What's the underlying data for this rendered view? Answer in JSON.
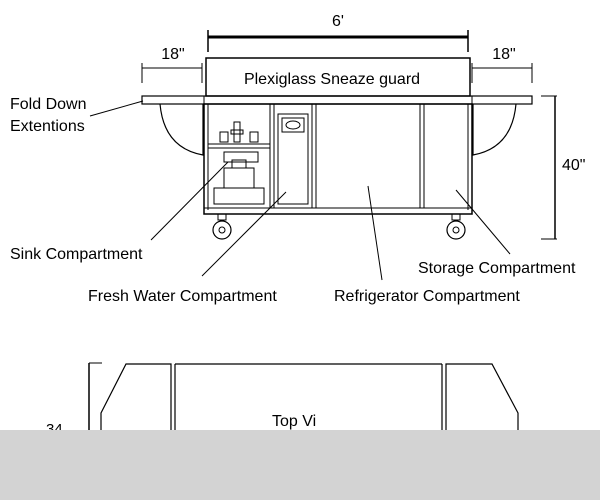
{
  "top_diagram": {
    "dim_width_total": "6'",
    "dim_extension_left": "18\"",
    "dim_extension_right": "18\"",
    "dim_height": "40\"",
    "sneeze_guard_label": "Plexiglass Sneaze guard",
    "fold_down_label_line1": "Fold Down",
    "fold_down_label_line2": "Extentions",
    "sink_label": "Sink Compartment",
    "fresh_water_label": "Fresh Water Compartment",
    "refrigerator_label": "Refrigerator Compartment",
    "storage_label": "Storage Compartment"
  },
  "bottom_diagram": {
    "dim_depth_partial": "34",
    "top_view_partial_label": "Top Vi"
  },
  "colors": {
    "line": "#000000",
    "background": "#ffffff",
    "footer_band": "#d3d3d3"
  }
}
